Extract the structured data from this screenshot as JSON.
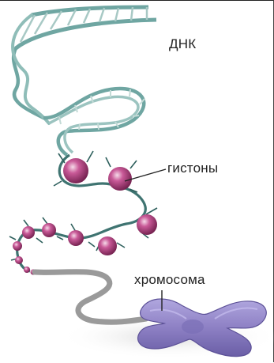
{
  "labels": {
    "dna": "ДНК",
    "histones": "гистоны",
    "chromosome": "хромосома"
  },
  "colors": {
    "dna_strand": "#6fa6a2",
    "dna_rung": "#b9d3cf",
    "linker": "#3f7471",
    "histone": "#b23a7d",
    "histone_highlight": "#ecc4db",
    "chromatin_fiber": "#9a9a9a",
    "chromosome": "#8f82c6",
    "shadow": "#e1e1e1",
    "text": "#222222"
  }
}
